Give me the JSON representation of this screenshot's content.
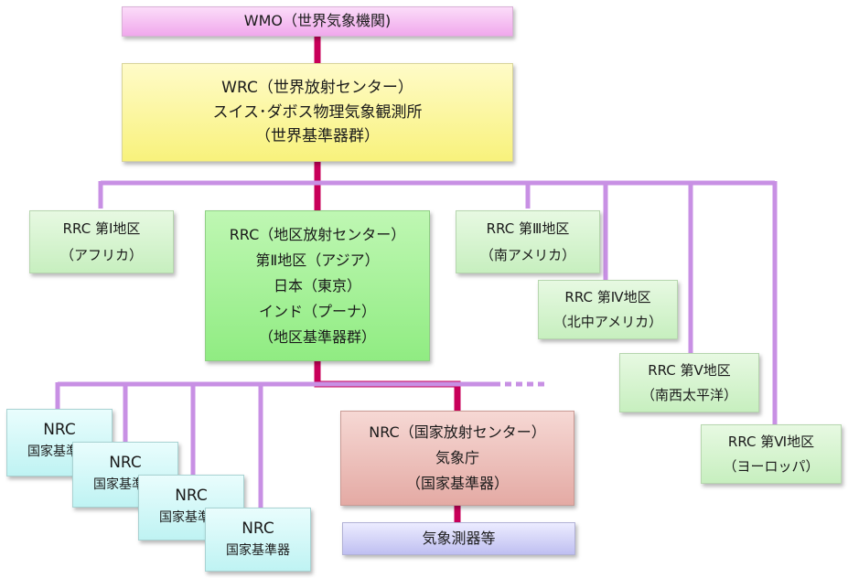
{
  "wmo": {
    "label": "WMO（世界気象機関)"
  },
  "wrc": {
    "line1": "WRC（世界放射センター）",
    "line2": "スイス･ダボス物理気象観測所",
    "line3": "（世界基準器群）"
  },
  "rrc_center": {
    "line1": "RRC（地区放射センター）",
    "line2": "第Ⅱ地区（アジア）",
    "line3": "日本（東京）",
    "line4": "インド（プーナ）",
    "line5": "（地区基準器群）"
  },
  "rrc1": {
    "line1": "RRC 第Ⅰ地区",
    "line2": "（アフリカ）"
  },
  "rrc3": {
    "line1": "RRC 第Ⅲ地区",
    "line2": "（南アメリカ）"
  },
  "rrc4": {
    "line1": "RRC 第Ⅳ地区",
    "line2": "（北中アメリカ）"
  },
  "rrc5": {
    "line1": "RRC 第Ⅴ地区",
    "line2": "（南西太平洋）"
  },
  "rrc6": {
    "line1": "RRC 第Ⅵ地区",
    "line2": "（ヨーロッパ）"
  },
  "nrc_jma": {
    "line1": "NRC（国家放射センター）",
    "line2": "気象庁",
    "line3": "（国家基準器）"
  },
  "instruments": {
    "label": "気象測器等"
  },
  "nrc_stack": [
    {
      "title": "NRC",
      "sub": "国家基準器"
    },
    {
      "title": "NRC",
      "sub": "国家基準器"
    },
    {
      "title": "NRC",
      "sub": "国家基準器"
    },
    {
      "title": "NRC",
      "sub": "国家基準器"
    }
  ],
  "colors": {
    "main_line": "#c8005a",
    "branch_line": "#c890e4"
  }
}
